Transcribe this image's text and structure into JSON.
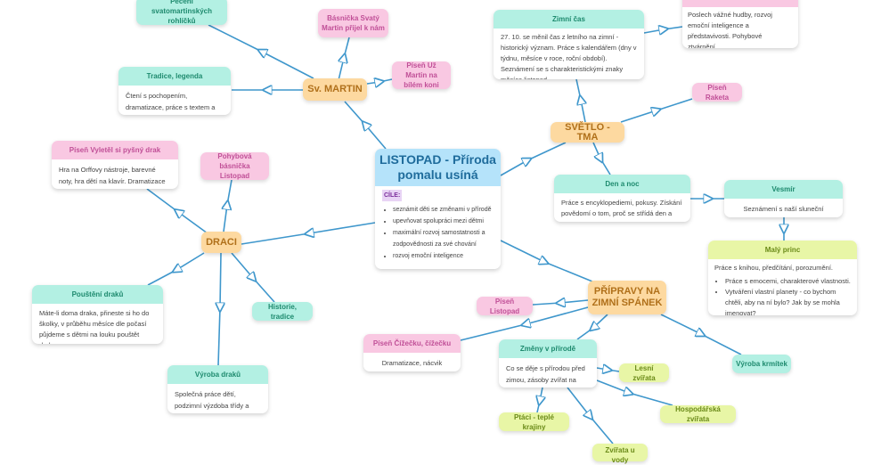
{
  "central": {
    "title": "LISTOPAD - Příroda pomalu usíná",
    "goals_label": "CÍLE:",
    "goals": [
      "seznámit děti se změnami v přírodě",
      "upevňovat spolupráci mezi dětmi",
      "maximální rozvoj samostatnosti a zodpovědnosti za své chování",
      "rozvoj emoční inteligence"
    ]
  },
  "martin": {
    "title": "Sv. MARTIN",
    "pecen": "Pečení svatomartinských rohlíčků",
    "basnicka": "Básnička Svatý Martin přijel k nám",
    "pisen": "Píseň Už Martin na bílém koni",
    "tradice": {
      "title": "Tradice, legenda",
      "text": "Čtení s pochopením, dramatizace, práce s textem a literaturou"
    }
  },
  "draci": {
    "title": "DRACI",
    "pisen": {
      "title": "Píseň Vyletěl si pyšný drak",
      "text": "Hra na Orffovy nástroje, barevné noty, hra dětí na klavír. Dramatizace písničky."
    },
    "pohybova": "Pohybová básnička Listopad",
    "pousteni": {
      "title": "Pouštění draků",
      "text": "Máte-li doma draka, přineste si ho do školky, v průběhu měsíce dle počasí půjdeme s dětmi na louku pouštět draky."
    },
    "historie": "Historie, tradice",
    "vyroba": {
      "title": "Výroba draků",
      "text": "Společná práce dětí, podzimní výzdoba třídy a školky"
    }
  },
  "svetlo": {
    "title": "SVĚTLO - TMA",
    "zimni": {
      "title": "Zimní čas",
      "text": "27. 10. se měnil čas z letního na zimní - historický význam. Práce s kalendářem (dny v týdnu, měsíce v roce, roční období). Seznámení se s charakteristickými znaky měsíce listopad."
    },
    "vivaldi": {
      "title": "Vivaldi: Čtvero ročních období",
      "text": "Poslech vážné hudby, rozvoj emoční inteligence a představivosti. Pohybové ztvárnění."
    },
    "raketa": "Píseň Raketa",
    "den": {
      "title": "Den a noc",
      "text": "Práce s encyklopediemi, pokusy. Získání povědomí o tom, proč se střídá den a noc."
    },
    "vesmir": {
      "title": "Vesmír",
      "text": "Seznámení s naší sluneční soustavou"
    },
    "princ": {
      "title": "Malý princ",
      "text": "Práce s knihou, předčítání, porozumění.",
      "items": [
        "Práce s emocemi, charakterové vlastnosti.",
        "Vytváření vlastní planety - co bychom chtěli, aby na ní bylo? Jak by se mohla jmenovat?"
      ]
    }
  },
  "pripravy": {
    "title": "PŘÍPRAVY NA ZIMNÍ SPÁNEK",
    "listopad": "Píseň Listopad",
    "cizecku": {
      "title": "Píseň Čížečku, čížečku",
      "text": "Dramatizace, nácvik tanečku."
    },
    "zmeny": {
      "title": "Změny v přírodě",
      "text": "Co se děje s přírodou před zimou, zásoby zvířat na zimu."
    },
    "lesni": "Lesní zvířata",
    "hospodarska": "Hospodářská zvířata",
    "ptaci": "Ptáci - teplé krajiny",
    "voda": "Zvířata u vody",
    "krmitek": "Výroba krmítek"
  },
  "colors": {
    "line": "#3f97cc",
    "teal": "#b3f0e3",
    "pink": "#f9c8e2",
    "orange": "#fdd9a0",
    "lime": "#e8f6a6",
    "blue": "#b5e3fa"
  }
}
